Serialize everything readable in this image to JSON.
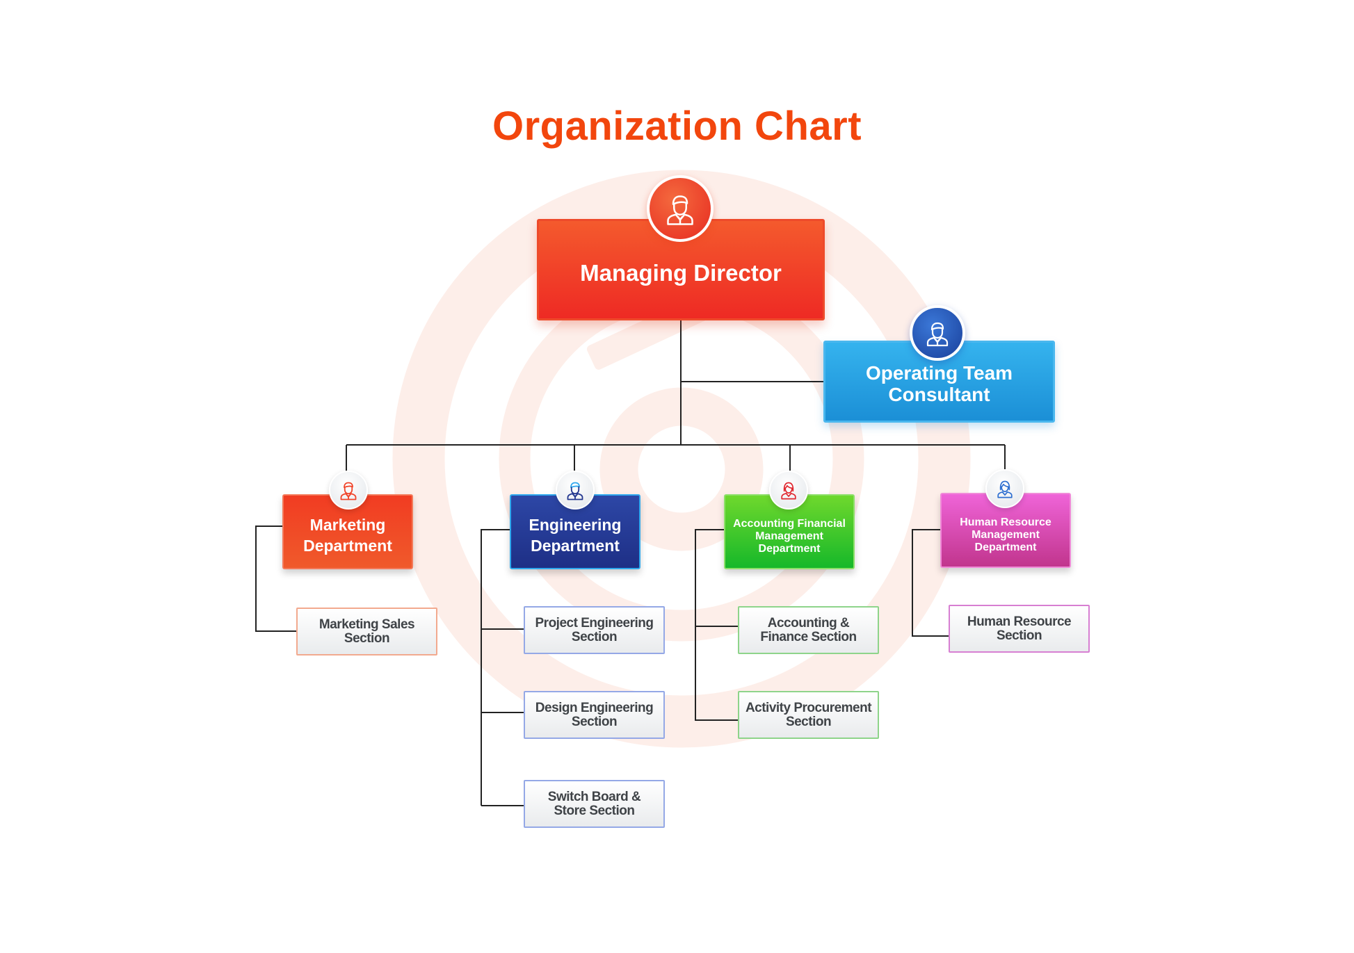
{
  "title": "Organization Chart",
  "colors": {
    "title": "#f2460d",
    "managing_director": "#ef3a25",
    "operating_team": "#2aa2e4",
    "marketing": "#f0452a",
    "engineering": "#23378f",
    "accounting": "#3cc52b",
    "human_resource": "#d84bb5",
    "connector": "#222222"
  },
  "managing_director": {
    "label": "Managing Director",
    "icon": "businessman-icon"
  },
  "operating_team": {
    "line1": "Operating Team",
    "line2": "Consultant",
    "icon": "businessman-icon"
  },
  "departments": {
    "marketing": {
      "line1": "Marketing",
      "line2": "Department",
      "icon": "businessman-icon",
      "sections": [
        {
          "line1": "Marketing Sales",
          "line2": "Section"
        }
      ]
    },
    "engineering": {
      "line1": "Engineering",
      "line2": "Department",
      "icon": "businessman-icon",
      "sections": [
        {
          "line1": "Project Engineering",
          "line2": "Section"
        },
        {
          "line1": "Design Engineering",
          "line2": "Section"
        },
        {
          "line1": "Switch Board &",
          "line2": "Store Section"
        }
      ]
    },
    "accounting": {
      "line1": "Accounting Financial",
      "line2": "Management",
      "line3": "Department",
      "icon": "businesswoman-icon",
      "sections": [
        {
          "line1": "Accounting &",
          "line2": "Finance Section"
        },
        {
          "line1": "Activity Procurement",
          "line2": "Section"
        }
      ]
    },
    "human_resource": {
      "line1": "Human Resource",
      "line2": "Management",
      "line3": "Department",
      "icon": "businesswoman-icon",
      "sections": [
        {
          "line1": "Human Resource",
          "line2": "Section"
        }
      ]
    }
  }
}
